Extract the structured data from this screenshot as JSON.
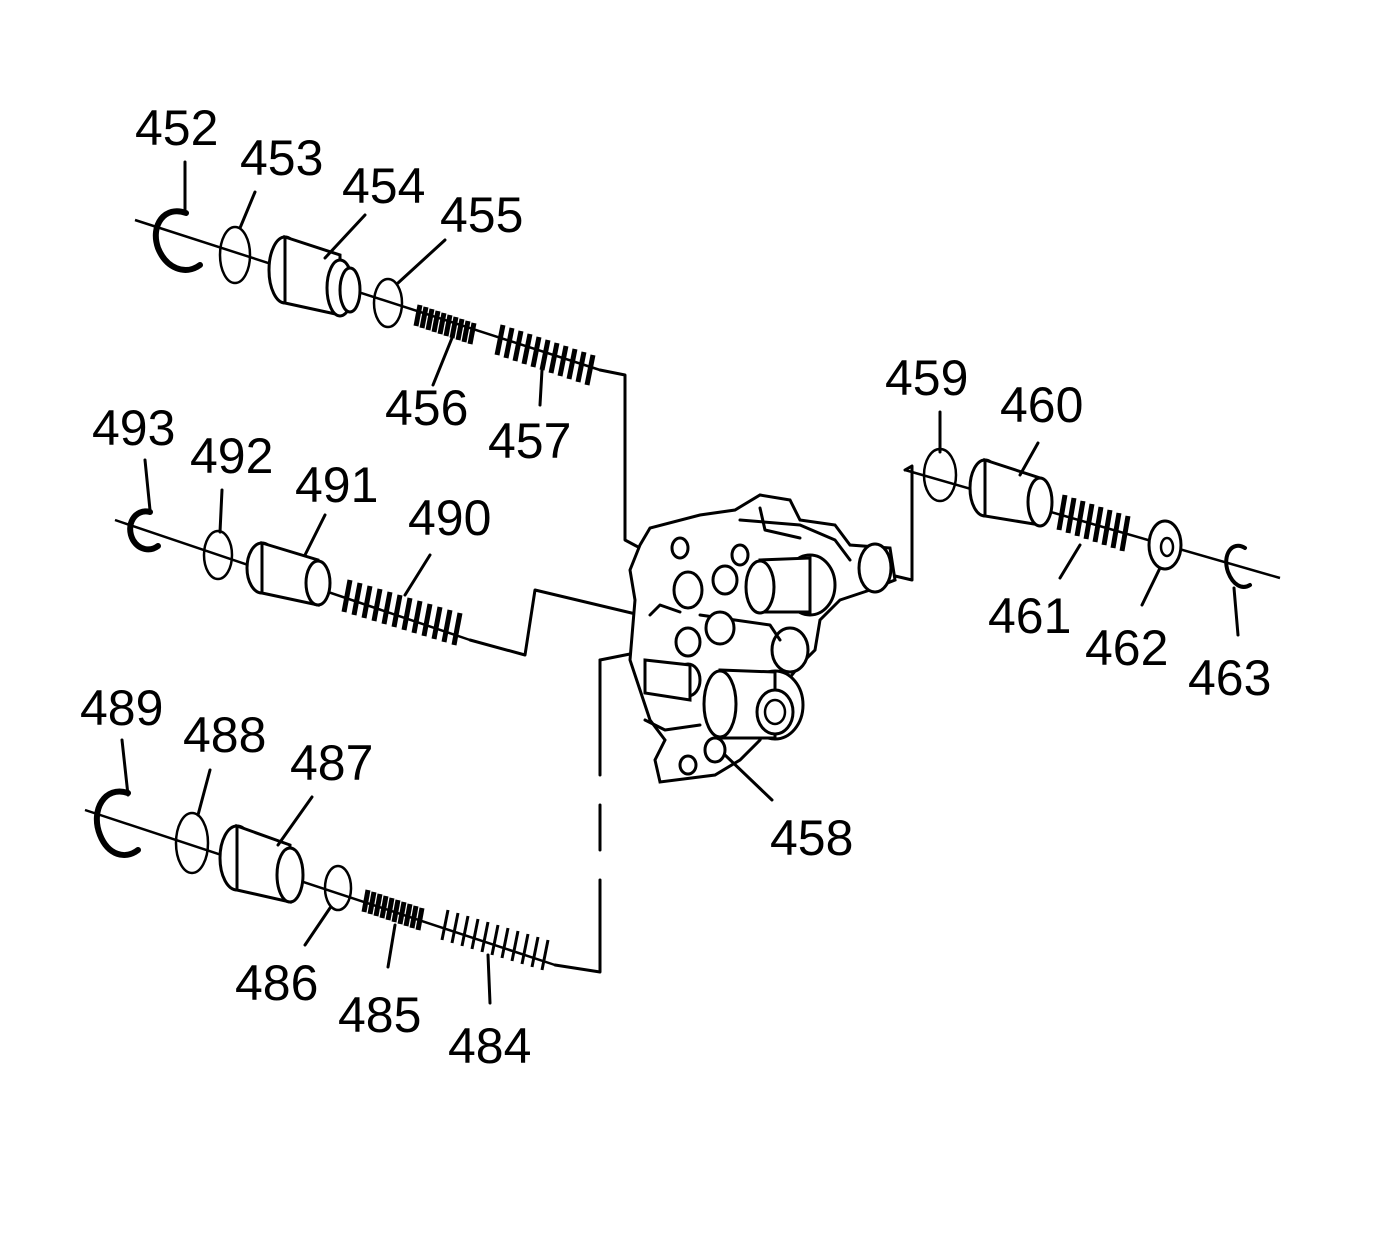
{
  "callouts": {
    "c452": "452",
    "c453": "453",
    "c454": "454",
    "c455": "455",
    "c456": "456",
    "c457": "457",
    "c458": "458",
    "c459": "459",
    "c460": "460",
    "c461": "461",
    "c462": "462",
    "c463": "463",
    "c484": "484",
    "c485": "485",
    "c486": "486",
    "c487": "487",
    "c488": "488",
    "c489": "489",
    "c490": "490",
    "c491": "491",
    "c492": "492",
    "c493": "493"
  }
}
